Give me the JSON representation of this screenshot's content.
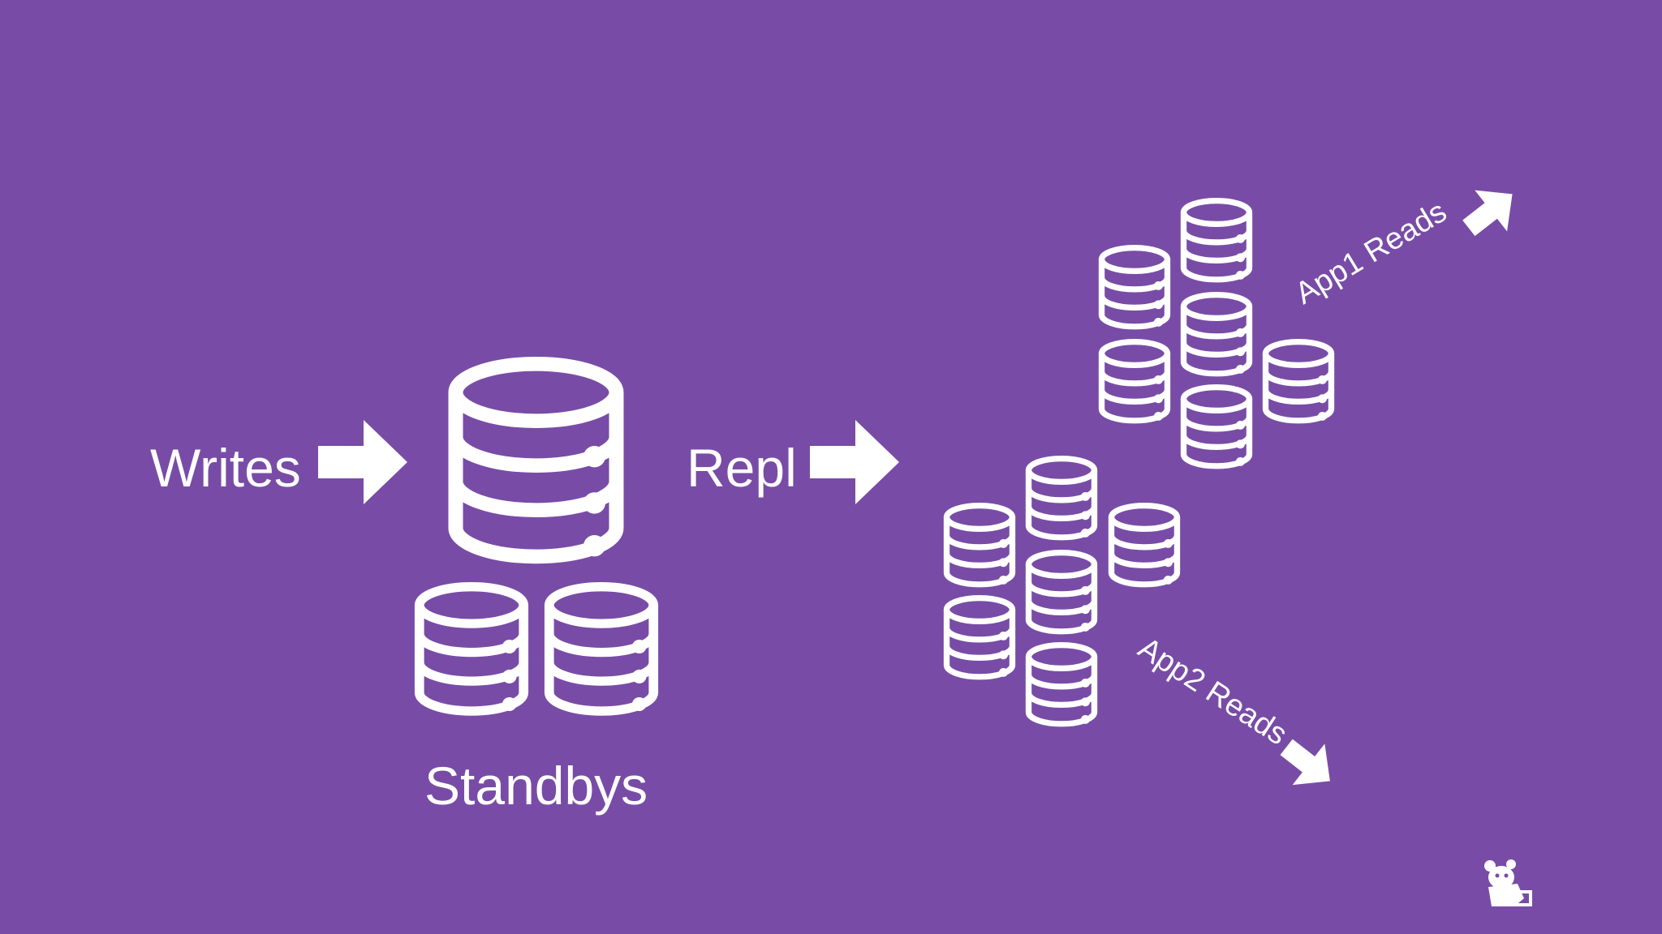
{
  "slide": {
    "background": "#784ca6",
    "foreground": "#ffffff"
  },
  "labels": {
    "writes": "Writes",
    "repl": "Repl",
    "standbys": "Standbys",
    "app1_reads": "App1 Reads",
    "app2_reads": "App2 Reads"
  },
  "icons": {
    "database": "database-icon",
    "arrow": "arrow-right-icon",
    "logo": "datadog-logo"
  }
}
